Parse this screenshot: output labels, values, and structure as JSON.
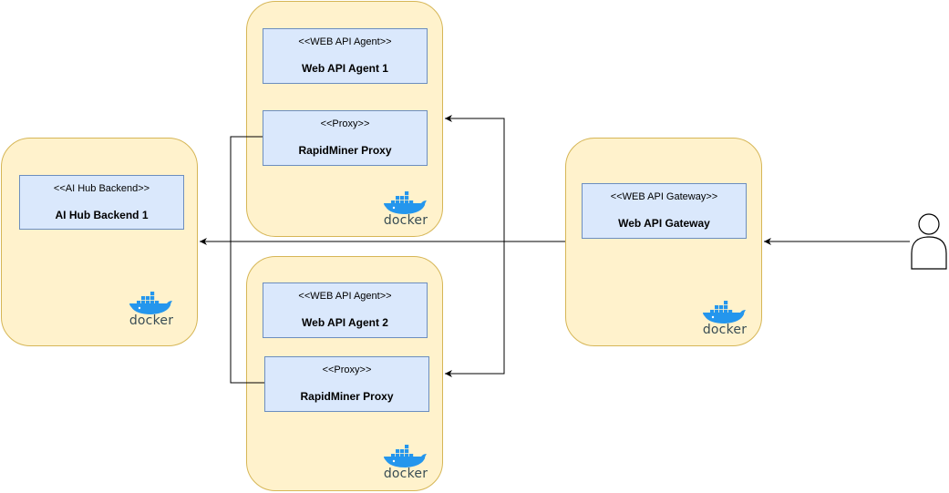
{
  "colors": {
    "container_fill": "#fff2cc",
    "container_stroke": "#d6b656",
    "component_fill": "#dae8fc",
    "component_stroke": "#6c8ebf",
    "docker_blue": "#2496ed",
    "wire": "#000000"
  },
  "icons": {
    "docker": "docker-logo-icon",
    "user": "user-actor-icon"
  },
  "docker_label": "docker",
  "containers": {
    "ai_hub": {
      "components": [
        {
          "stereotype": "<<AI Hub Backend>>",
          "name": "AI Hub Backend 1"
        }
      ]
    },
    "agent_1": {
      "components": [
        {
          "stereotype": "<<WEB API Agent>>",
          "name": "Web API Agent 1"
        },
        {
          "stereotype": "<<Proxy>>",
          "name": "RapidMiner Proxy"
        }
      ]
    },
    "agent_2": {
      "components": [
        {
          "stereotype": "<<WEB API Agent>>",
          "name": "Web API Agent 2"
        },
        {
          "stereotype": "<<Proxy>>",
          "name": "RapidMiner Proxy"
        }
      ]
    },
    "gateway": {
      "components": [
        {
          "stereotype": "<<WEB API Gateway>>",
          "name": "Web API Gateway"
        }
      ]
    }
  }
}
